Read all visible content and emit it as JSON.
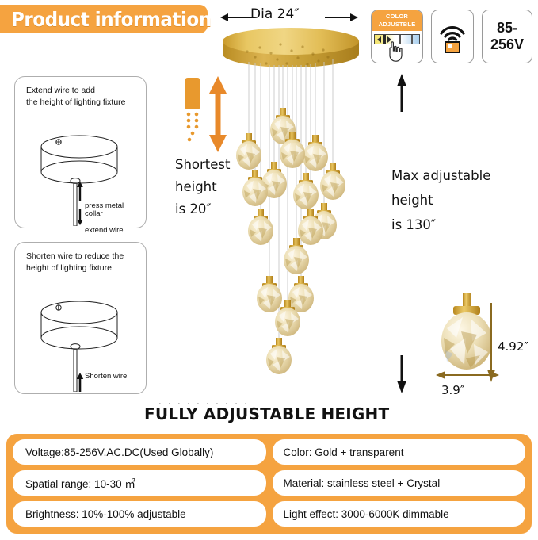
{
  "header": {
    "title": "Product information"
  },
  "badges": [
    {
      "name": "color-adjustable",
      "caption_line1": "COLOR",
      "caption_line2": "ADJUSTBLE",
      "icon": "color-slider-hand-icon"
    },
    {
      "name": "remote-control",
      "icon": "remote-signal-icon"
    },
    {
      "name": "voltage",
      "line1": "85-",
      "line2": "256V"
    }
  ],
  "instructions": [
    {
      "title": "Extend wire to add\nthe height of lighting fixture",
      "title_line1": "Extend wire to add",
      "title_line2": "the height of lighting fixture",
      "label_up": "press metal",
      "label_up2": "collar",
      "label_down": "extend wire"
    },
    {
      "title_line1": "Shorten wire to reduce the",
      "title_line2": "height of lighting fixture",
      "label_up": "Shorten wire"
    }
  ],
  "fixture": {
    "dia_label": "Dia 24″",
    "shortest_line1": "Shortest",
    "shortest_line2": "height",
    "shortest_line3": "is 20″",
    "max_line1": "Max adjustable",
    "max_line2": "height",
    "max_line3": "is  130″",
    "crystal_height": "4.92″",
    "crystal_width": "3.9″"
  },
  "tagline": {
    "dots": ". . . . . . . . . .",
    "title": "FULLY ADJUSTABLE  HEIGHT"
  },
  "specs": {
    "left": [
      "Voltage:85-256V.AC.DC(Used Globally)",
      "Spatial range: 10-30 ㎡",
      "Brightness: 10%-100% adjustable"
    ],
    "right": [
      "Color:  Gold  + transparent",
      "Material: stainless steel + Crystal",
      "Light effect: 3000-6000K dimmable"
    ]
  },
  "colors": {
    "brand_orange": "#F5A340",
    "gold": "#C9A227",
    "text": "#111111"
  }
}
